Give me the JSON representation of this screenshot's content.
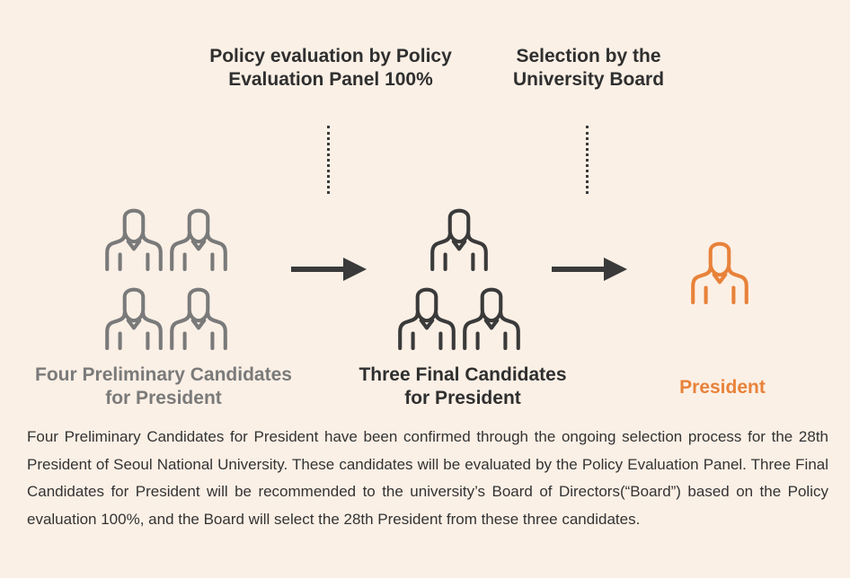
{
  "colors": {
    "background": "#fbf0e6",
    "preliminary": "#7a7a7a",
    "final": "#3a3a3a",
    "president": "#e8823a",
    "heading_text": "#2f2f2f",
    "body_text": "#333333"
  },
  "steps": [
    {
      "line1": "Policy evaluation by Policy",
      "line2": "Evaluation Panel 100%"
    },
    {
      "line1": "Selection by the",
      "line2": "University Board"
    }
  ],
  "groups": {
    "preliminary": {
      "line1": "Four Preliminary Candidates",
      "line2": "for President",
      "icon": "person-icon",
      "count": 4
    },
    "final": {
      "line1": "Three Final Candidates",
      "line2": "for President",
      "icon": "person-icon",
      "count": 3
    },
    "president": {
      "label": "President",
      "icon": "person-icon",
      "count": 1
    }
  },
  "arrow_icon": "arrow-right-icon",
  "description": "Four Preliminary Candidates for President have been confirmed through the ongoing selection process for the 28th President of Seoul National University. These candidates will be evaluated by the Policy Evaluation Panel. Three Final Candidates for President will be recommended to the university’s Board of Directors(“Board”) based on the Policy evaluation 100%, and the Board will select the 28th President from these three candidates."
}
